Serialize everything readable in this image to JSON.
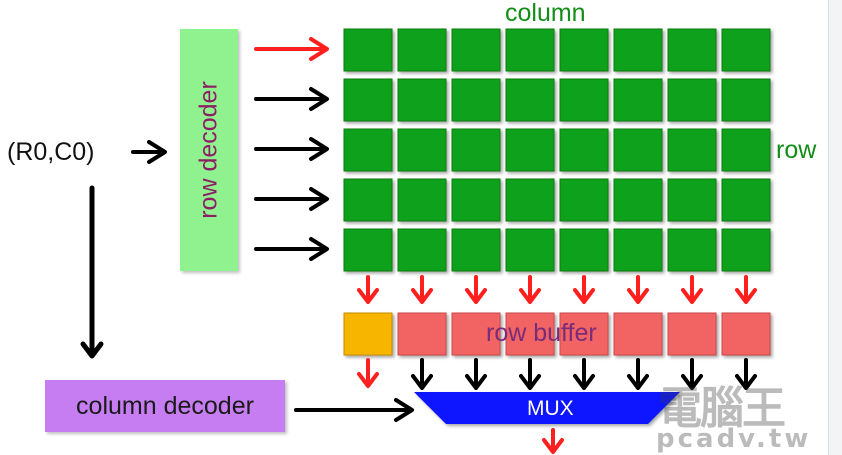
{
  "input_label": "(R0,C0)",
  "row_decoder_label": "row decoder",
  "column_label": "column",
  "row_label": "row",
  "row_buffer_label": "row buffer",
  "column_decoder_label": "column decoder",
  "mux_label": "MUX",
  "watermark": {
    "line1": "電腦王",
    "line2": "pcadv.tw"
  },
  "colors": {
    "cell_green": "#11a11b",
    "label_green": "#128d17",
    "row_decoder_fill": "#8ff28f",
    "row_decoder_text": "#8c1f63",
    "buffer_red": "#f26363",
    "buffer_selected": "#f7b500",
    "buffer_text": "#7a2c7a",
    "column_decoder_fill": "#c77df2",
    "mux_blue": "#0a17ff",
    "arrow_active": "#ff1f1f",
    "arrow_default": "#000000"
  }
}
